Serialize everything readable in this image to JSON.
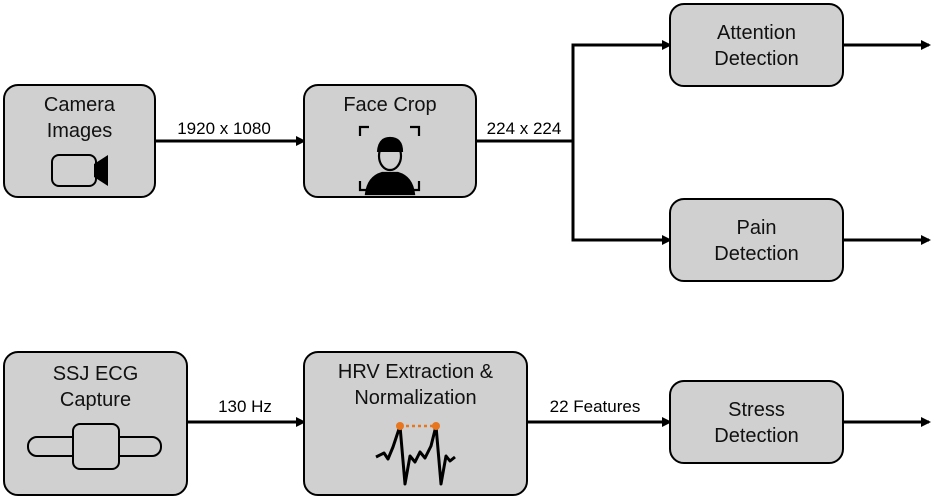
{
  "nodes": {
    "camera": {
      "line1": "Camera",
      "line2": "Images",
      "icon": "video-camera-icon"
    },
    "face_crop": {
      "line1": "Face Crop",
      "icon": "face-scan-icon"
    },
    "attention": {
      "line1": "Attention",
      "line2": "Detection"
    },
    "pain": {
      "line1": "Pain",
      "line2": "Detection"
    },
    "ssj": {
      "line1": "SSJ ECG",
      "line2": "Capture",
      "icon": "ecg-wearable-icon"
    },
    "hrv": {
      "line1": "HRV Extraction &",
      "line2": "Normalization",
      "icon": "heartbeat-peaks-icon"
    },
    "stress": {
      "line1": "Stress",
      "line2": "Detection"
    }
  },
  "edges": {
    "camera_to_face": "1920 x 1080",
    "face_to_split": "224 x 224",
    "ssj_to_hrv": "130 Hz",
    "hrv_to_stress": "22 Features"
  },
  "colors": {
    "node_fill": "#d0d0d0",
    "accent": "#e8761e",
    "line": "#000000"
  }
}
